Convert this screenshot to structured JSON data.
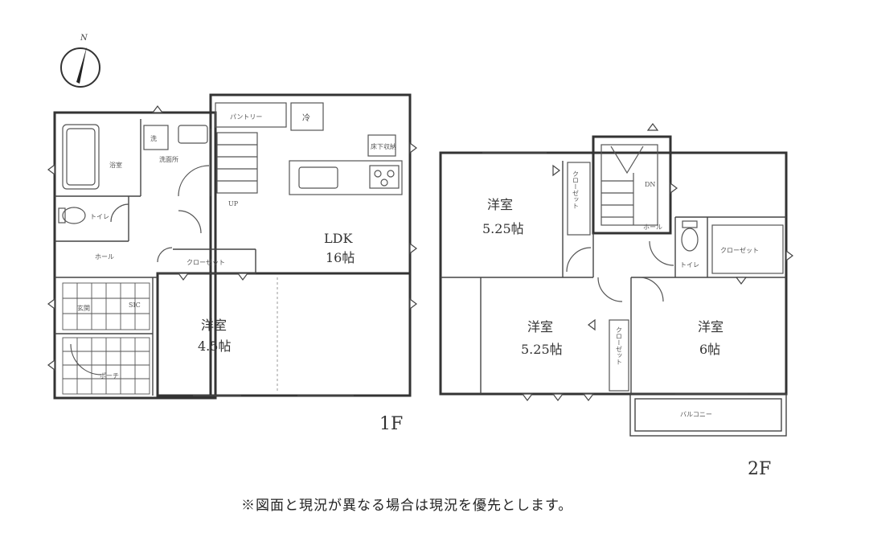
{
  "compass": {
    "north": "N"
  },
  "floor1": {
    "label": "1F",
    "rooms": {
      "ldk": {
        "name": "LDK",
        "size": "16帖"
      },
      "western": {
        "name": "洋室",
        "size": "4.5帖"
      },
      "pantry": "パントリー",
      "refrigerator": "冷",
      "storage": "床下収納",
      "bath": "浴室",
      "washroom": "洗面所",
      "washer": "洗",
      "toilet": "トイレ",
      "hall": "ホール",
      "closet": "クローゼット",
      "genkan": "玄関",
      "shoebox": "SIC",
      "porch": "ポーチ",
      "up": "UP"
    }
  },
  "floor2": {
    "label": "2F",
    "rooms": {
      "western_a": {
        "name": "洋室",
        "size": "5.25帖"
      },
      "western_b": {
        "name": "洋室",
        "size": "5.25帖"
      },
      "western_c": {
        "name": "洋室",
        "size": "6帖"
      },
      "closet_a": "クローゼット",
      "closet_b": "クローゼット",
      "closet_c": "クローゼット",
      "hall": "ホール",
      "dn": "DN",
      "toilet": "トイレ",
      "balcony": "バルコニー"
    }
  },
  "note": "※図面と現況が異なる場合は現況を優先とします。"
}
